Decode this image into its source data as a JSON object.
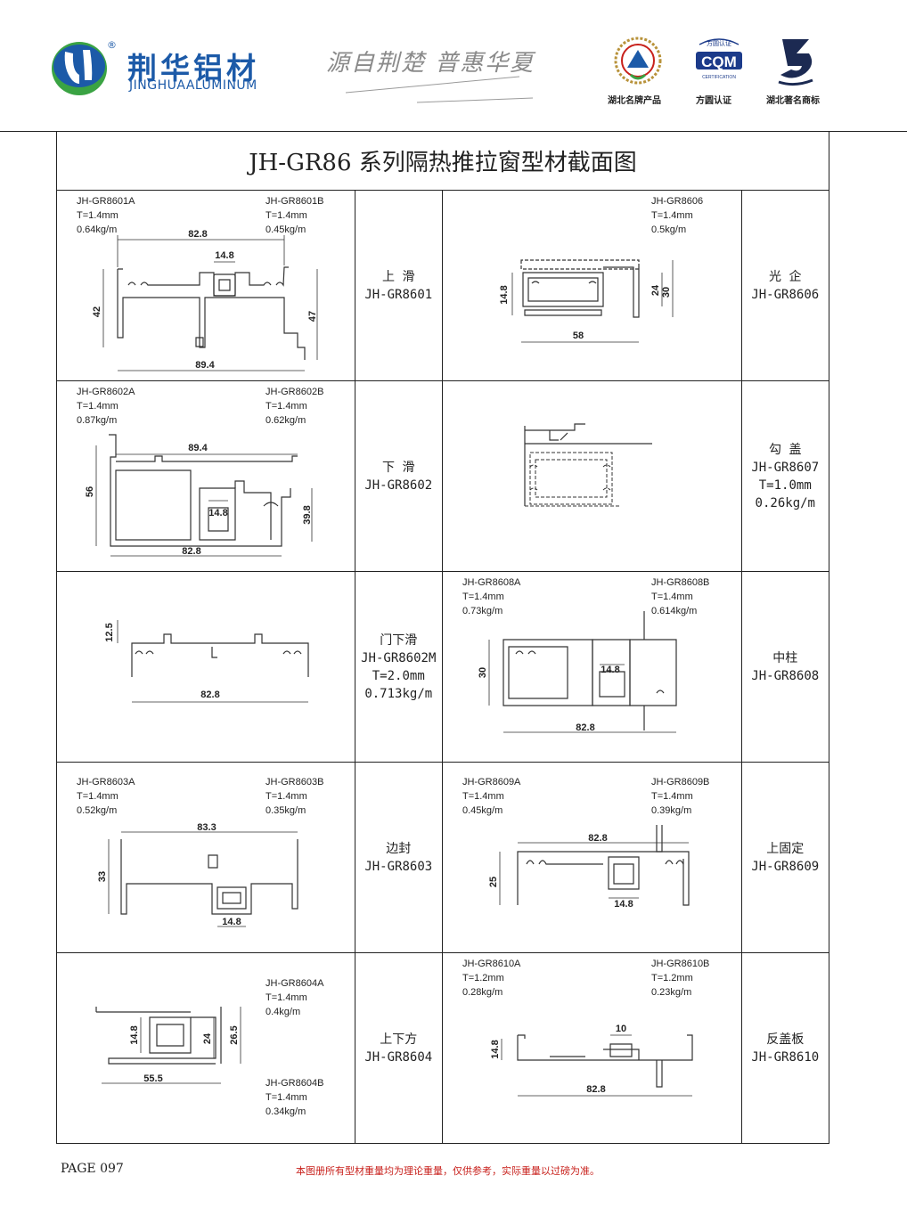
{
  "header": {
    "company_name": "荆华铝材",
    "company_en": "JINGHUAALUMINUM",
    "registered_mark": "®",
    "slogan": "源自荆楚  普惠华夏",
    "badges": [
      {
        "caption": "湖北名牌产品",
        "icon": "hubei-brand-seal-icon"
      },
      {
        "caption": "方圆认证",
        "icon": "cqm-certification-icon",
        "text": "CQM",
        "ring_text": "方圆认证",
        "sub": "CERTIFICATION"
      },
      {
        "caption": "湖北著名商标",
        "icon": "famous-trademark-icon"
      }
    ]
  },
  "title": "JH-GR86 系列隔热推拉窗型材截面图",
  "rows": [
    {
      "left": {
        "info_a": [
          "JH-GR8601A",
          "T=1.4mm",
          "0.64kg/m"
        ],
        "info_b": [
          "JH-GR8601B",
          "T=1.4mm",
          "0.45kg/m"
        ],
        "dims": [
          "82.8",
          "14.8",
          "42",
          "47",
          "89.4"
        ],
        "label": [
          "上 滑",
          "JH-GR8601"
        ]
      },
      "right": {
        "info_a": [
          "JH-GR8606",
          "T=1.4mm",
          "0.5kg/m"
        ],
        "dims": [
          "14.8",
          "24",
          "30",
          "58"
        ],
        "label": [
          "光 企",
          "JH-GR8606"
        ]
      }
    },
    {
      "left": {
        "info_a": [
          "JH-GR8602A",
          "T=1.4mm",
          "0.87kg/m"
        ],
        "info_b": [
          "JH-GR8602B",
          "T=1.4mm",
          "0.62kg/m"
        ],
        "dims": [
          "89.4",
          "56",
          "14.8",
          "39.8",
          "82.8"
        ],
        "label": [
          "下 滑",
          "JH-GR8602"
        ]
      },
      "right": {
        "label": [
          "勾 盖",
          "JH-GR8607",
          "T=1.0mm",
          "0.26kg/m"
        ]
      }
    },
    {
      "left": {
        "dims": [
          "12.5",
          "82.8"
        ],
        "label": [
          "门下滑",
          "JH-GR8602M",
          "T=2.0mm",
          "0.713kg/m"
        ]
      },
      "right": {
        "info_a": [
          "JH-GR8608A",
          "T=1.4mm",
          "0.73kg/m"
        ],
        "info_b": [
          "JH-GR8608B",
          "T=1.4mm",
          "0.614kg/m"
        ],
        "dims": [
          "30",
          "14.8",
          "82.8"
        ],
        "label": [
          "中柱",
          "JH-GR8608"
        ]
      }
    },
    {
      "left": {
        "info_a": [
          "JH-GR8603A",
          "T=1.4mm",
          "0.52kg/m"
        ],
        "info_b": [
          "JH-GR8603B",
          "T=1.4mm",
          "0.35kg/m"
        ],
        "dims": [
          "83.3",
          "33",
          "14.8"
        ],
        "label": [
          "边封",
          "JH-GR8603"
        ]
      },
      "right": {
        "info_a": [
          "JH-GR8609A",
          "T=1.4mm",
          "0.45kg/m"
        ],
        "info_b": [
          "JH-GR8609B",
          "T=1.4mm",
          "0.39kg/m"
        ],
        "dims": [
          "82.8",
          "25",
          "14.8"
        ],
        "label": [
          "上固定",
          "JH-GR8609"
        ]
      }
    },
    {
      "left": {
        "info_a": [
          "JH-GR8604A",
          "T=1.4mm",
          "0.4kg/m"
        ],
        "info_b": [
          "JH-GR8604B",
          "T=1.4mm",
          "0.34kg/m"
        ],
        "dims": [
          "14.8",
          "24",
          "26.5",
          "55.5"
        ],
        "label": [
          "上下方",
          "JH-GR8604"
        ]
      },
      "right": {
        "info_a": [
          "JH-GR8610A",
          "T=1.2mm",
          "0.28kg/m"
        ],
        "info_b": [
          "JH-GR8610B",
          "T=1.2mm",
          "0.23kg/m"
        ],
        "dims": [
          "14.8",
          "10",
          "82.8"
        ],
        "label": [
          "反盖板",
          "JH-GR8610"
        ]
      }
    }
  ],
  "footer": {
    "page": "PAGE 097",
    "note": "本图册所有型材重量均为理论重量，仅供参考，实际重量以过磅为准。"
  },
  "colors": {
    "brand_blue": "#1c5aa8",
    "brand_green": "#3aa343",
    "note_red": "#c8211c"
  }
}
